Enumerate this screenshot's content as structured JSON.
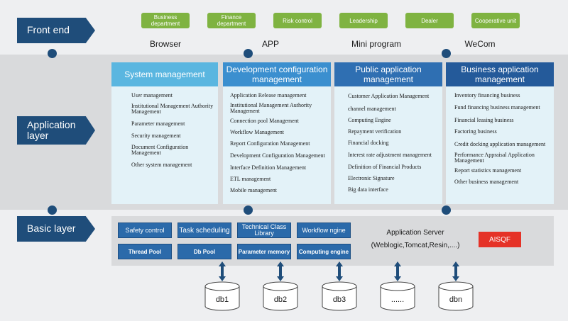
{
  "layers": {
    "front": "Front end",
    "application": "Application layer",
    "basic": "Basic layer"
  },
  "departments": [
    "Business department",
    "Finance department",
    "Risk control",
    "Leadership",
    "Dealer",
    "Cooperative unit"
  ],
  "channels": [
    "Browser",
    "APP",
    "Mini program",
    "WeCom"
  ],
  "columns": [
    {
      "title": "System management",
      "items": [
        "User management",
        "Institutional Management Authority Management",
        "Parameter management",
        "Security management",
        "Document Configuration Management",
        "Other system management"
      ]
    },
    {
      "title": "Development configuration management",
      "items": [
        "Application Release management",
        "Institutional Management Authority Management",
        "Connection pool Management",
        "Workflow Management",
        "Report Configuration Management",
        "Development Configuration Management",
        "Interface Definition Management",
        "ETL management",
        "Mobile management"
      ]
    },
    {
      "title": "Public application management",
      "items": [
        "Customer Application Management",
        "channel management",
        "Computing Engine",
        "Repayment verification",
        "Financial docking",
        "Interest rate adjustment management",
        "Definition of Financial Products",
        "Electronic Signature",
        "Big data interface"
      ]
    },
    {
      "title": "Business application management",
      "items": [
        "Inventory financing business",
        "Fund financing business management",
        "Financial leasing business",
        "Factoring business",
        "Credit docking application management",
        "Performance Appraisal Application Management",
        "Report statistics management",
        "Other business management"
      ]
    }
  ],
  "basic": {
    "buttons": [
      "Safety control",
      "Task scheduling",
      "Technical Class Library",
      "Workflow ngine",
      "Thread Pool",
      "Db Pool",
      "Parameter memory",
      "Computing engine"
    ],
    "app_server_title": "Application Server",
    "app_server_detail": "(Weblogic,Tomcat,Resin,....)",
    "aisqf": "AISQF"
  },
  "databases": [
    "db1",
    "db2",
    "db3",
    "......",
    "dbn"
  ],
  "colors": {
    "navy": "#1f4d7a",
    "green": "#7fb341",
    "col_light": "#5ab6e0",
    "col_mid": "#3b8fcf",
    "col_dark": "#2f6fb2",
    "col_darker": "#245a9a",
    "button_blue": "#2b6aaa",
    "red": "#e53227"
  }
}
